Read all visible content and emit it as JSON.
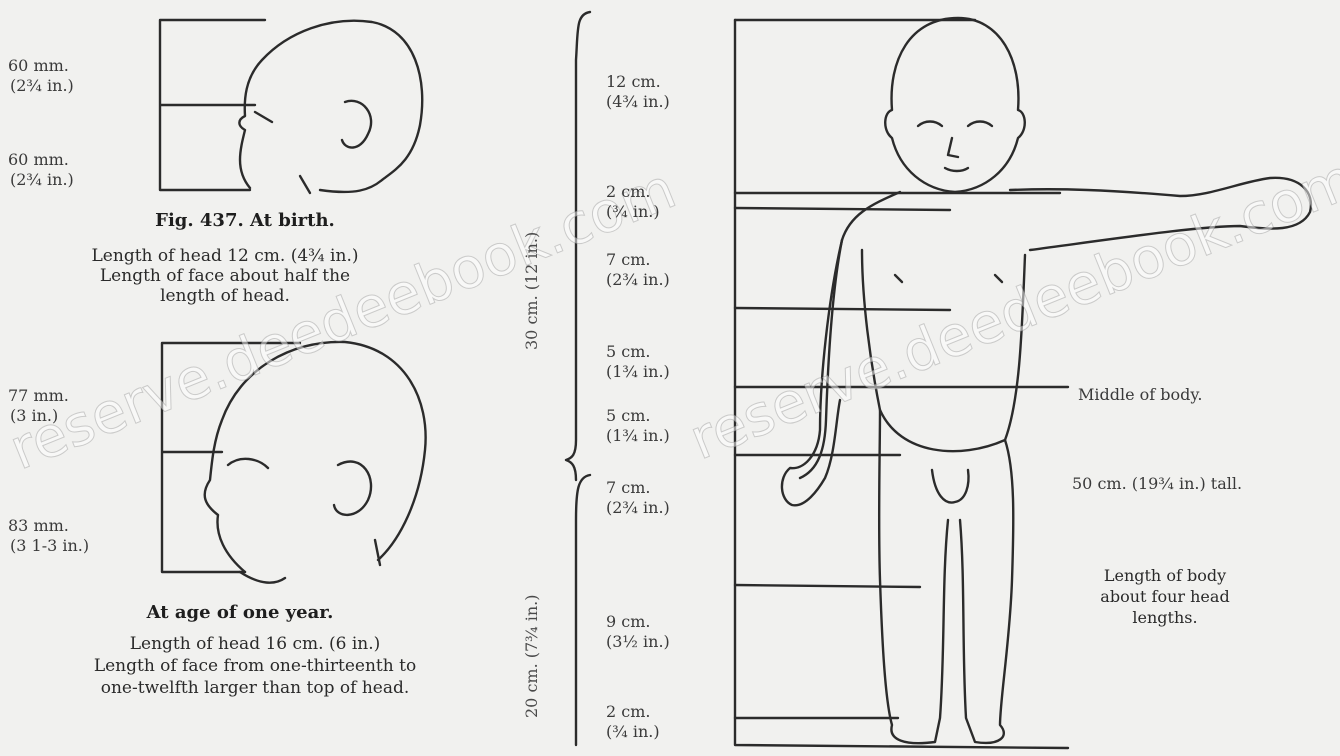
{
  "figure_at_birth": {
    "upper_measure": {
      "mm": "60 mm.",
      "inches": "(2¾ in.)"
    },
    "lower_measure": {
      "mm": "60 mm.",
      "inches": "(2¾ in.)"
    },
    "fig_caption": "Fig. 437.   At birth.",
    "description_lines": [
      "Length of head 12 cm. (4¾ in.)",
      "Length of face about half the",
      "length of head."
    ]
  },
  "figure_one_year": {
    "upper_measure": {
      "mm": "77 mm.",
      "inches": "(3 in.)"
    },
    "lower_measure": {
      "mm": "83 mm.",
      "inches": "(3 1-3 in.)"
    },
    "caption": "At age of one year.",
    "description_lines": [
      "Length of head 16 cm. (6 in.)",
      "Length of face from one-thirteenth to",
      "one-twelfth larger than top of head."
    ]
  },
  "body_figure": {
    "upper_bracket_label": "30 cm. (12 in.)",
    "lower_bracket_label": "20 cm. (7¾ in.)",
    "segments": [
      {
        "cm": "12 cm.",
        "inches": "(4¾ in.)"
      },
      {
        "cm": "2 cm.",
        "inches": "(¾ in.)"
      },
      {
        "cm": "7 cm.",
        "inches": "(2¾ in.)"
      },
      {
        "cm": "5 cm.",
        "inches": "(1¾ in.)"
      },
      {
        "cm": "5 cm.",
        "inches": "(1¾ in.)"
      },
      {
        "cm": "7 cm.",
        "inches": "(2¾ in.)"
      },
      {
        "cm": "9 cm.",
        "inches": "(3½ in.)"
      },
      {
        "cm": "2 cm.",
        "inches": "(¾ in.)"
      }
    ],
    "middle_label": "Middle of body.",
    "height_label": "50 cm. (19¾ in.) tall.",
    "length_note_lines": [
      "Length of body",
      "about four head",
      "lengths."
    ]
  },
  "watermark": {
    "text_left": "reserve.deedeebook.com",
    "text_right": "reserve.deedeebook.com"
  }
}
